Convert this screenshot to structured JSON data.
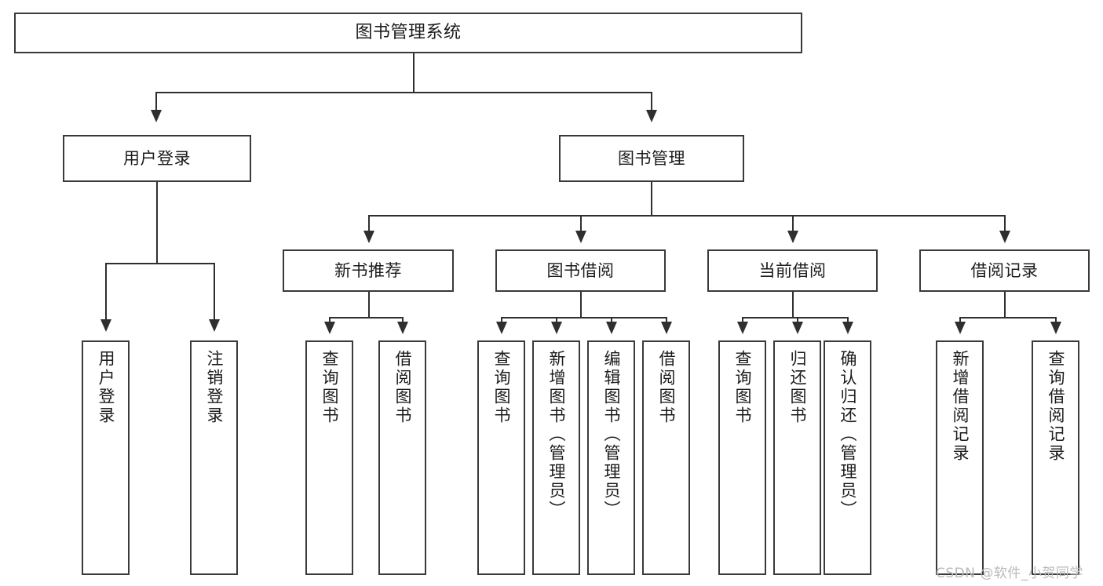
{
  "diagram": {
    "title": "图书管理系统",
    "type": "tree-hierarchy-diagram",
    "nodes": {
      "root": {
        "label": "图书管理系统"
      },
      "level2": [
        {
          "label": "用户登录"
        },
        {
          "label": "图书管理"
        }
      ],
      "level3": [
        {
          "label": "新书推荐"
        },
        {
          "label": "图书借阅"
        },
        {
          "label": "当前借阅"
        },
        {
          "label": "借阅记录"
        }
      ],
      "leaves": {
        "user_login": [
          {
            "label": "用户登录"
          },
          {
            "label": "注销登录"
          }
        ],
        "new_book_recommend": [
          {
            "label": "查询图书"
          },
          {
            "label": "借阅图书"
          }
        ],
        "book_borrow": [
          {
            "label": "查询图书"
          },
          {
            "label": "新增图书（管理员）"
          },
          {
            "label": "编辑图书（管理员）"
          },
          {
            "label": "借阅图书"
          }
        ],
        "current_borrow": [
          {
            "label": "查询图书"
          },
          {
            "label": "归还图书"
          },
          {
            "label": "确认归还（管理员）"
          }
        ],
        "borrow_record": [
          {
            "label": "新增借阅记录"
          },
          {
            "label": "查询借阅记录"
          }
        ]
      }
    },
    "watermark": "CSDN @软件_小贺同学",
    "colors": {
      "background": "#ffffff",
      "border": "#3a3a3a",
      "connector": "#2f2f2f",
      "text": "#1c1c1c",
      "watermark": "#b9b9b9"
    }
  }
}
